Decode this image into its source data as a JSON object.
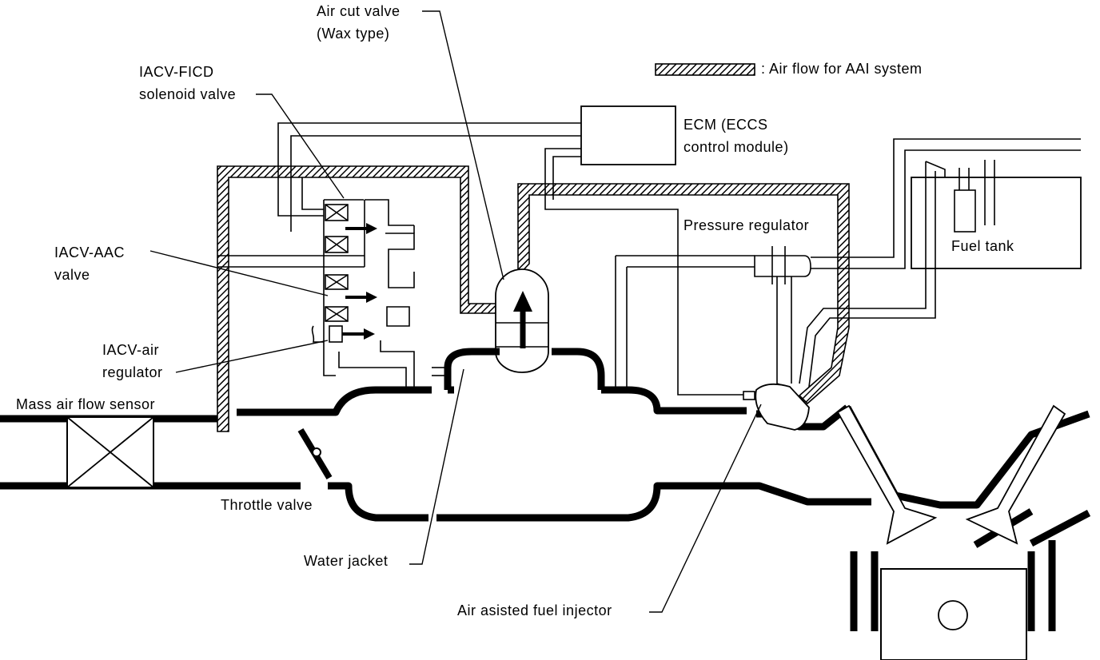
{
  "labels": {
    "air_cut_valve_line1": "Air cut valve",
    "air_cut_valve_line2": "(Wax type)",
    "legend_text": ": Air flow for AAI system",
    "iacv_ficd_line1": "IACV-FICD",
    "iacv_ficd_line2": "solenoid valve",
    "ecm_line1": "ECM (ECCS",
    "ecm_line2": "control module)",
    "pressure_regulator": "Pressure regulator",
    "fuel_tank": "Fuel tank",
    "iacv_aac_line1": "IACV-AAC",
    "iacv_aac_line2": "valve",
    "iacv_air_line1": "IACV-air",
    "iacv_air_line2": "regulator",
    "mass_air_flow_sensor": "Mass air flow sensor",
    "throttle_valve": "Throttle valve",
    "water_jacket": "Water jacket",
    "air_assisted_fuel_injector": "Air asisted fuel injector"
  },
  "legend": {
    "pattern": "hatched",
    "color": "#000000"
  },
  "colors": {
    "line": "#000000",
    "background": "#ffffff"
  }
}
